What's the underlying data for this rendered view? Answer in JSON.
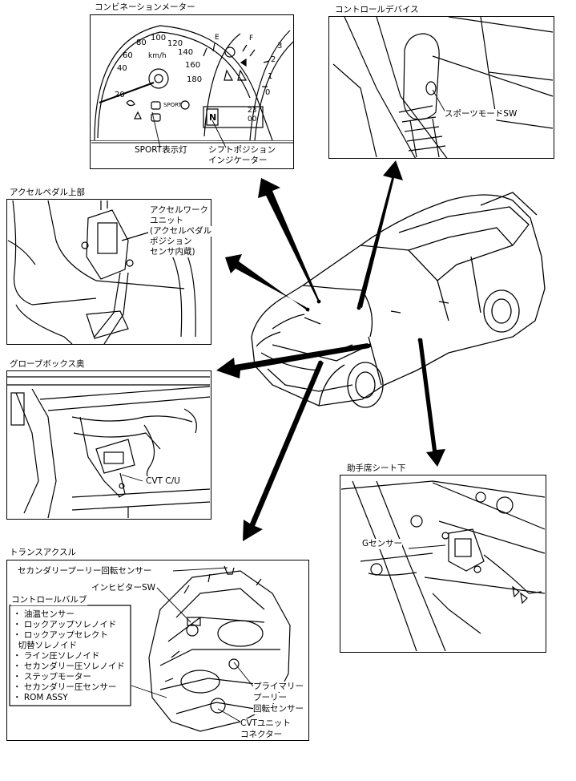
{
  "combination_meter": {
    "title": "コンビネーションメーター",
    "speed_ticks": [
      "20",
      "40",
      "60",
      "80",
      "100",
      "120",
      "140",
      "160",
      "180"
    ],
    "speed_unit": "km/h",
    "fuel_empty": "E",
    "fuel_full": "F",
    "tach_ticks": [
      "0",
      "1",
      "2",
      "3"
    ],
    "sport_lamp_text": "SPORT",
    "shift_display": "N",
    "odo_top": "23",
    "odo_bottom": "00",
    "label_sport_lamp": "SPORT表示灯",
    "label_shift_indicator_line1": "シフトポジション",
    "label_shift_indicator_line2": "インジケーター"
  },
  "control_device": {
    "title": "コントロールデバイス",
    "label_sport_sw": "スポーツモードSW"
  },
  "accel_pedal": {
    "title": "アクセルペダル上部",
    "label_lines": [
      "アクセルワーク",
      "ユニット",
      "(アクセルペダル",
      "ポジション",
      "センサ内蔵)"
    ]
  },
  "glove_box": {
    "title": "グローブボックス奥",
    "label_cvt_cu": "CVT C/U"
  },
  "passenger_seat": {
    "title": "助手席シート下",
    "label_g_sensor": "Gセンサー"
  },
  "transaxle": {
    "title": "トランスアクスル",
    "label_secondary_pulley": "セカンダリープーリー回転センサー",
    "label_inhibitor": "インヒビターSW",
    "control_valve_title": "コントロールバルブ",
    "control_valve_items": [
      "・ 油温センサー",
      "・ ロックアップソレノイド",
      "・ ロックアップセレクト",
      "  切替ソレノイド",
      "・ ライン圧ソレノイド",
      "・ セカンダリー圧ソレノイド",
      "・ ステップモーター",
      "・ セカンダリー圧センサー",
      "・ ROM ASSY"
    ],
    "label_primary_lines": [
      "プライマリー",
      "プーリー",
      "回転センサー"
    ],
    "label_connector_lines": [
      "CVTユニット",
      "コネクター"
    ]
  }
}
